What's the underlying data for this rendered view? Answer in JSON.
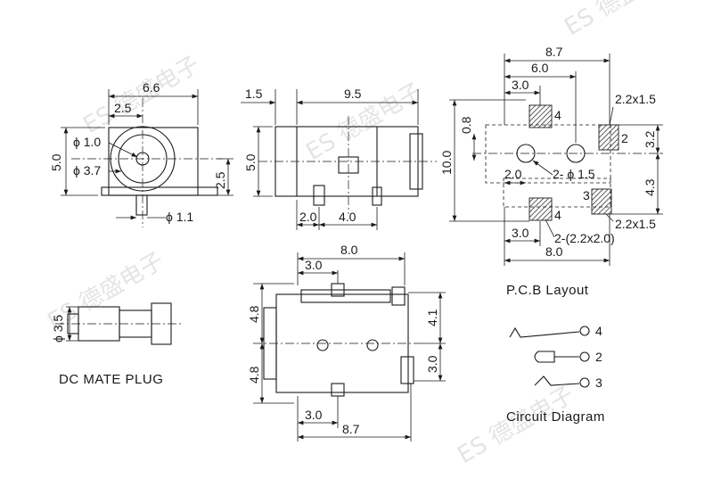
{
  "front_view": {
    "width": "6.6",
    "center_offset": "2.5",
    "height": "5.0",
    "base_height": "2.5",
    "pin_hole": "ϕ 1.0",
    "bore": "ϕ 3.7",
    "pin": "ϕ 1.1"
  },
  "side_view": {
    "flange": "1.5",
    "length": "9.5",
    "height": "5.0",
    "pin_offset": "2.0",
    "pin_pitch": "4.0"
  },
  "top_view": {
    "overall": "8.0",
    "offset_top": "3.0",
    "upper_half": "4.8",
    "lower_half": "4.8",
    "right_upper": "4.1",
    "right_lower": "3.0",
    "offset_bottom": "3.0",
    "overall_bottom": "8.7"
  },
  "pcb": {
    "top_overall": "8.7",
    "top_mid": "6.0",
    "top_inner": "3.0",
    "pad_size_top": "2.2x1.5",
    "left_small": "0.8",
    "height": "10.0",
    "right_upper": "3.2",
    "right_lower": "4.3",
    "hole_offset": "2.0",
    "holes": "2- ϕ 1.5",
    "pad_size_bottom": "2.2x1.5",
    "pad_count_note": "2-(2.2x2.0)",
    "bottom_inner": "3.0",
    "bottom_overall": "8.0",
    "pad_labels": [
      "4",
      "2",
      "3",
      "4"
    ],
    "title": "P.C.B Layout"
  },
  "plug": {
    "diameter": "ϕ 3.5",
    "title": "DC MATE PLUG"
  },
  "circuit": {
    "pins": [
      "4",
      "2",
      "3"
    ],
    "title": "Circuit Diagram"
  },
  "watermarks": [
    "ES 德盛电子",
    "ES 德盛电子",
    "ES 德盛电子",
    "ES 德盛电子",
    "ES 德盛电子"
  ]
}
